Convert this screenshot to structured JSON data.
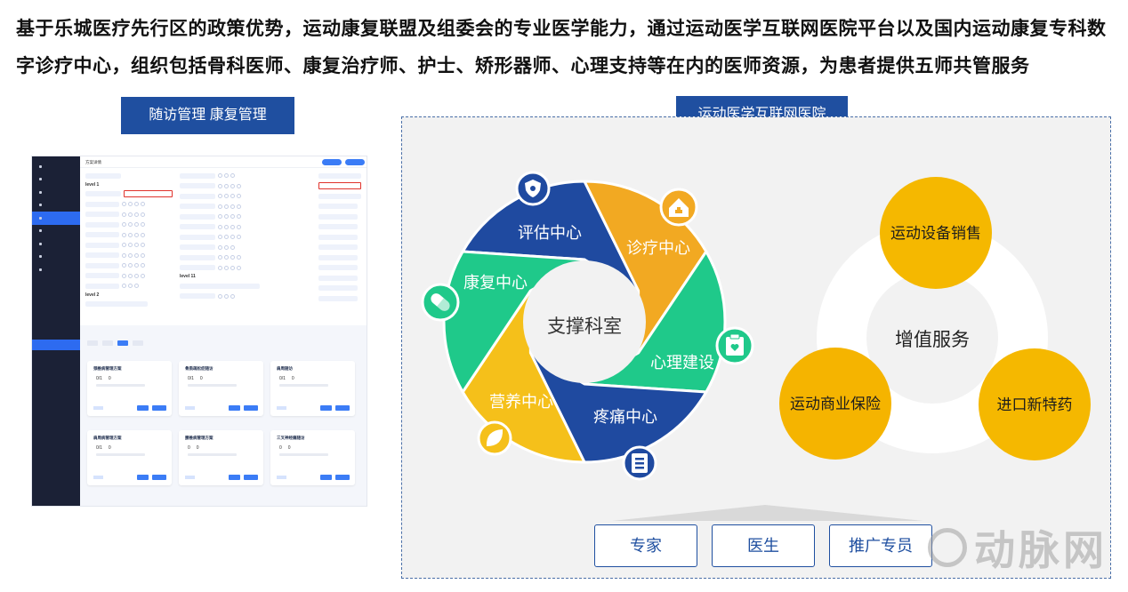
{
  "headline": "基于乐城医疗先行区的政策优势，运动康复联盟及组委会的专业医学能力，通过运动医学互联网医院平台以及国内运动康复专科数字诊疗中心，组织包括骨科医师、康复治疗师、护士、矫形器师、心理支持等在内的医师资源，为患者提供五师共管服务",
  "left_section": {
    "title": "随访管理 康复管理",
    "screenshot": {
      "top_title": "方案详情",
      "level_labels": [
        "level 1",
        "level 2",
        "level 11"
      ],
      "cards": [
        {
          "title": "颈椎病管理方案",
          "a": "0/1",
          "b": "0"
        },
        {
          "title": "骨质疏松症随访",
          "a": "0/1",
          "b": "0"
        },
        {
          "title": "肩周随访",
          "a": "0/1",
          "b": "0"
        },
        {
          "title": "肩周病管理方案",
          "a": "0/1",
          "b": "0"
        },
        {
          "title": "腰椎病管理方案",
          "a": "0",
          "b": "0"
        },
        {
          "title": "三叉神经痛随访",
          "a": "0",
          "b": "0"
        }
      ]
    }
  },
  "right_section": {
    "title": "运动医学互联网医院",
    "wheel": {
      "center": "支撑科室",
      "segments": [
        {
          "label": "评估中心",
          "color": "#1f4aa0",
          "icon": "shield-icon"
        },
        {
          "label": "诊疗中心",
          "color": "#f2a922",
          "icon": "clinic-house-icon"
        },
        {
          "label": "心理建设",
          "color": "#1fc98a",
          "icon": "mental-clipboard-icon"
        },
        {
          "label": "疼痛中心",
          "color": "#1f4aa0",
          "icon": "document-icon"
        },
        {
          "label": "营养中心",
          "color": "#f5c01a",
          "icon": "leaf-icon"
        },
        {
          "label": "康复中心",
          "color": "#1fc98a",
          "icon": "pill-icon"
        }
      ]
    },
    "services": {
      "center": "增值服务",
      "items": [
        "运动设备销售",
        "运动商业保险",
        "进口新特药"
      ],
      "colors": [
        "#f5b800",
        "#f5b400",
        "#f5b800"
      ]
    },
    "bottom_tabs": [
      "专家",
      "医生",
      "推广专员"
    ]
  },
  "watermark": "动脉网"
}
